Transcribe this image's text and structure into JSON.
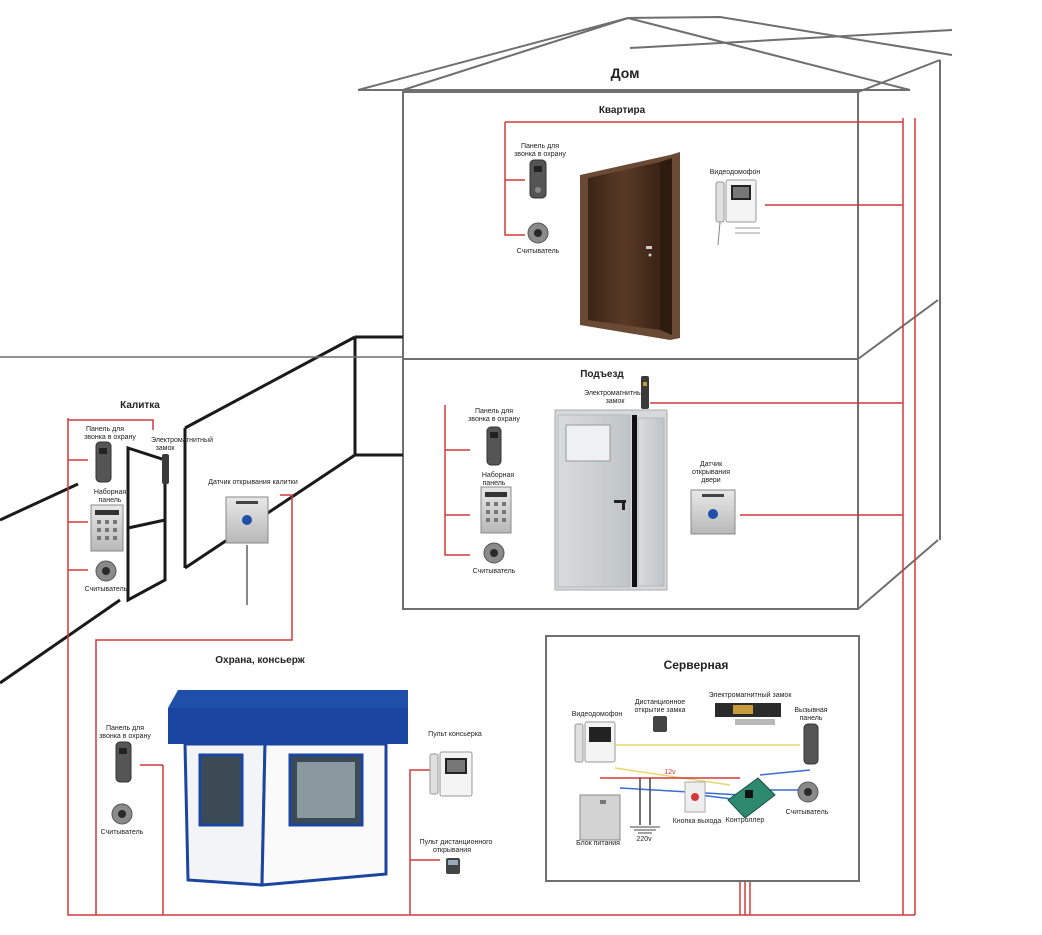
{
  "house": {
    "title": "Дом"
  },
  "apartment": {
    "title": "Квартира",
    "panel_label": [
      "Панель для",
      "звонка в охрану"
    ],
    "reader_label": "Считыватель",
    "videophone_label": "Видеодомофон"
  },
  "entrance": {
    "title": "Подъезд",
    "lock_label": [
      "Электромагнитный",
      "замок"
    ],
    "panel_label": [
      "Панель для",
      "звонка в охрану"
    ],
    "keypad_label": [
      "Наборная",
      "панель"
    ],
    "reader_label": "Считыватель",
    "sensor_label": [
      "Датчик",
      "открывания",
      "двери"
    ]
  },
  "gate": {
    "title": "Калитка",
    "panel_label": [
      "Панель для",
      "звонка в охрану"
    ],
    "lock_label": [
      "Электромагнитный",
      "замок"
    ],
    "keypad_label": [
      "Наборная",
      "панель"
    ],
    "reader_label": "Считыватель",
    "sensor_label": "Датчик открывания калитки"
  },
  "guard": {
    "title": "Охрана, консьерж",
    "panel_label": [
      "Панель для",
      "звонка в охрану"
    ],
    "reader_label": "Считыватель",
    "console_label": "Пульт консьерка",
    "remote_label": [
      "Пульт дистанционного",
      "открывания"
    ]
  },
  "server": {
    "title": "Серверная",
    "videophone_label": "Видеодомофон",
    "remote_label": [
      "Дистанционное",
      "открытие замка"
    ],
    "lock_label": "Электромагнитный замок",
    "call_panel_label": [
      "Вызывная",
      "панель"
    ],
    "voltage_12": "12v",
    "psu_label": "Блок питания",
    "v220_label": "220v",
    "exit_button_label": "Кнопка выхода",
    "controller_label": "Контроллер",
    "reader_label": "Считыватель"
  },
  "colors": {
    "wire": "#d23a3a",
    "outline": "#6f6f6f",
    "wall": "#1a1a1a",
    "roof": "#1f4fa8"
  }
}
